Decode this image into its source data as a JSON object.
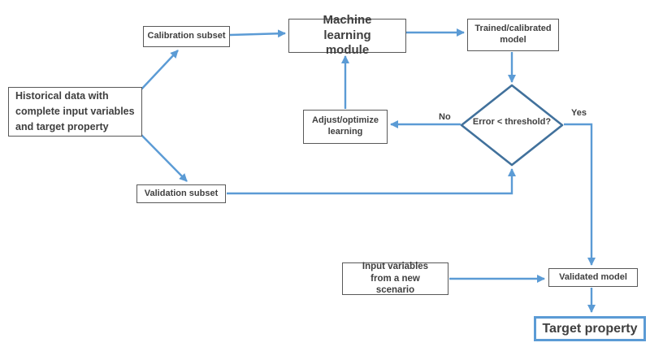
{
  "diagram": {
    "type": "flowchart",
    "background": "#ffffff",
    "colors": {
      "arrow": "#5b9bd5",
      "diamond_border": "#41719c",
      "box_border": "#595959",
      "text": "#3f3f3f",
      "highlight_box_border": "#5b9bd5"
    },
    "nodes": {
      "historical": {
        "label": "Historical data with complete input variables and target property",
        "shape": "rect"
      },
      "calibration": {
        "label": "Calibration subset",
        "shape": "rect"
      },
      "ml_module": {
        "label": "Machine learning module",
        "shape": "rect"
      },
      "trained": {
        "label": "Trained/calibrated model",
        "shape": "rect"
      },
      "adjust": {
        "label": "Adjust/optimize learning",
        "shape": "rect"
      },
      "decision": {
        "label": "Error < threshold?",
        "shape": "diamond"
      },
      "validation": {
        "label": "Validation subset",
        "shape": "rect"
      },
      "input_new": {
        "label": "Input variables from a new scenario",
        "shape": "rect"
      },
      "validated": {
        "label": "Validated model",
        "shape": "rect"
      },
      "target": {
        "label": "Target property",
        "shape": "rect-highlighted"
      }
    },
    "edge_labels": {
      "no": "No",
      "yes": "Yes"
    },
    "edges": [
      {
        "from": "historical",
        "to": "calibration",
        "label": ""
      },
      {
        "from": "historical",
        "to": "validation",
        "label": ""
      },
      {
        "from": "calibration",
        "to": "ml_module",
        "label": ""
      },
      {
        "from": "ml_module",
        "to": "trained",
        "label": ""
      },
      {
        "from": "trained",
        "to": "decision",
        "label": ""
      },
      {
        "from": "decision",
        "to": "adjust",
        "label": "No"
      },
      {
        "from": "adjust",
        "to": "ml_module",
        "label": ""
      },
      {
        "from": "validation",
        "to": "decision",
        "label": ""
      },
      {
        "from": "decision",
        "to": "validated",
        "label": "Yes"
      },
      {
        "from": "input_new",
        "to": "validated",
        "label": ""
      },
      {
        "from": "validated",
        "to": "target",
        "label": ""
      }
    ]
  }
}
